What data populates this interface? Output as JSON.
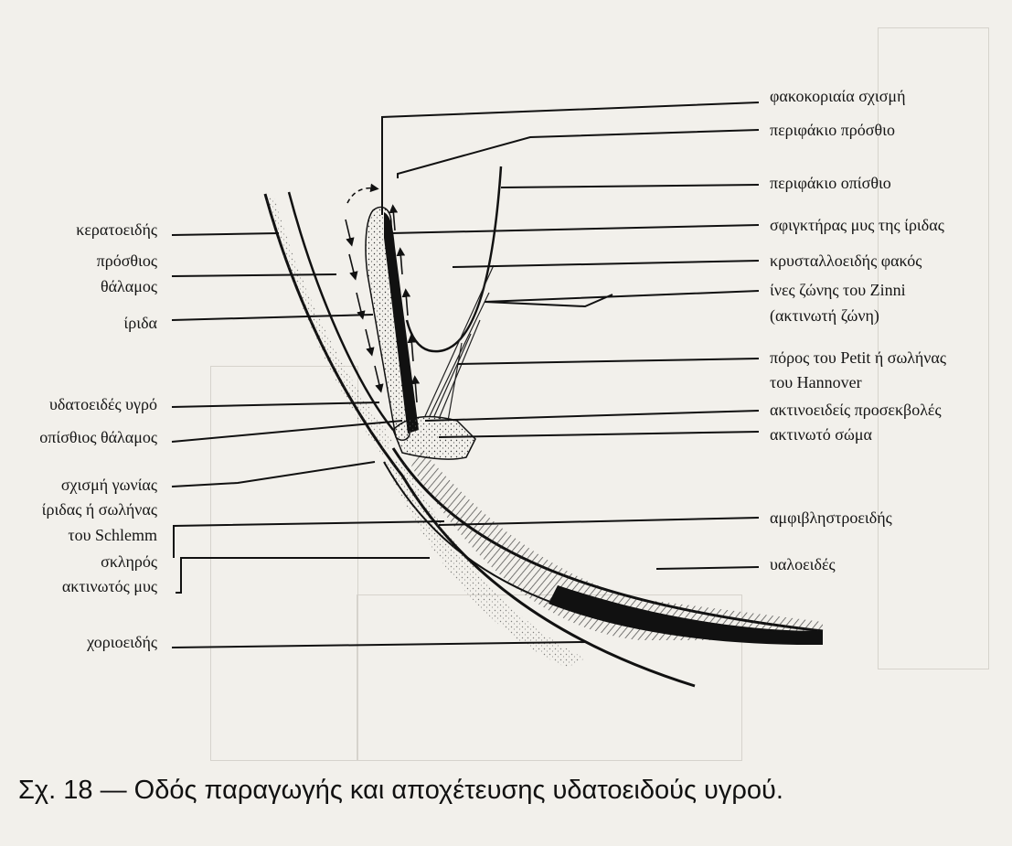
{
  "labels_left": [
    "κερατοειδής",
    "πρόσθιος",
    "θάλαμος",
    "ίριδα",
    "υδατοειδές υγρό",
    "οπίσθιος θάλαμος",
    "σχισμή γωνίας",
    "ίριδας ή σωλήνας",
    "του Schlemm",
    "σκληρός",
    "ακτινωτός μυς",
    "χοριοειδής"
  ],
  "labels_right": [
    "φακοκοριαία σχισμή",
    "περιφάκιο πρόσθιο",
    "περιφάκιο οπίσθιο",
    "σφιγκτήρας μυς της ίριδας",
    "κρυσταλλοειδής φακός",
    "ίνες ζώνης του Zinni",
    "(ακτινωτή ζώνη)",
    "πόρος του Petit ή σωλήνας",
    "του Hannover",
    "ακτινοειδείς προσεκβολές",
    "ακτινωτό σώμα",
    "αμφιβληστροειδής",
    "υαλοειδές"
  ],
  "caption": "Σχ. 18 — Οδός παραγωγής και αποχέτευσης υδατοειδούς υγρού.",
  "colors": {
    "ink": "#151515",
    "paper": "#f2f0eb",
    "ghost": "#cfcbc3"
  }
}
